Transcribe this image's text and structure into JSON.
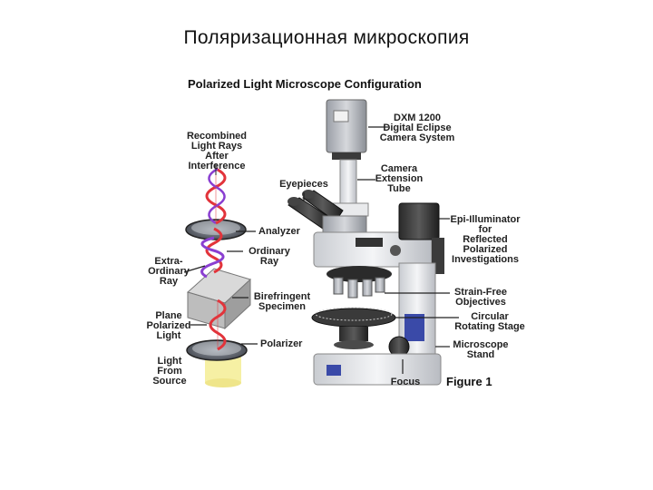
{
  "slide": {
    "title": "Поляризационная микроскопия"
  },
  "figure": {
    "title": "Polarized Light Microscope Configuration",
    "caption": "Figure 1"
  },
  "labels": {
    "recombined": "Recombined\nLight Rays\nAfter\nInterference",
    "analyzer": "Analyzer",
    "ordinary_ray": "Ordinary\nRay",
    "extraordinary_ray": "Extra-\nOrdinary\nRay",
    "birefringent": "Birefringent\nSpecimen",
    "plane_polarized": "Plane\nPolarized\nLight",
    "polarizer": "Polarizer",
    "light_source": "Light\nFrom\nSource",
    "eyepieces": "Eyepieces",
    "dxm": "DXM 1200\nDigital Eclipse\nCamera System",
    "camera_tube": "Camera\nExtension\nTube",
    "epi": "Epi-Illuminator\nfor\nReflected\nPolarized\nInvestigations",
    "objectives": "Strain-Free\nObjectives",
    "stage": "Circular\nRotating Stage",
    "stand": "Microscope\nStand",
    "focus": "Focus"
  },
  "colors": {
    "wave_red": "#e2343b",
    "wave_purple": "#8a3fd1",
    "light_yellow": "#f6f0a4"
  }
}
